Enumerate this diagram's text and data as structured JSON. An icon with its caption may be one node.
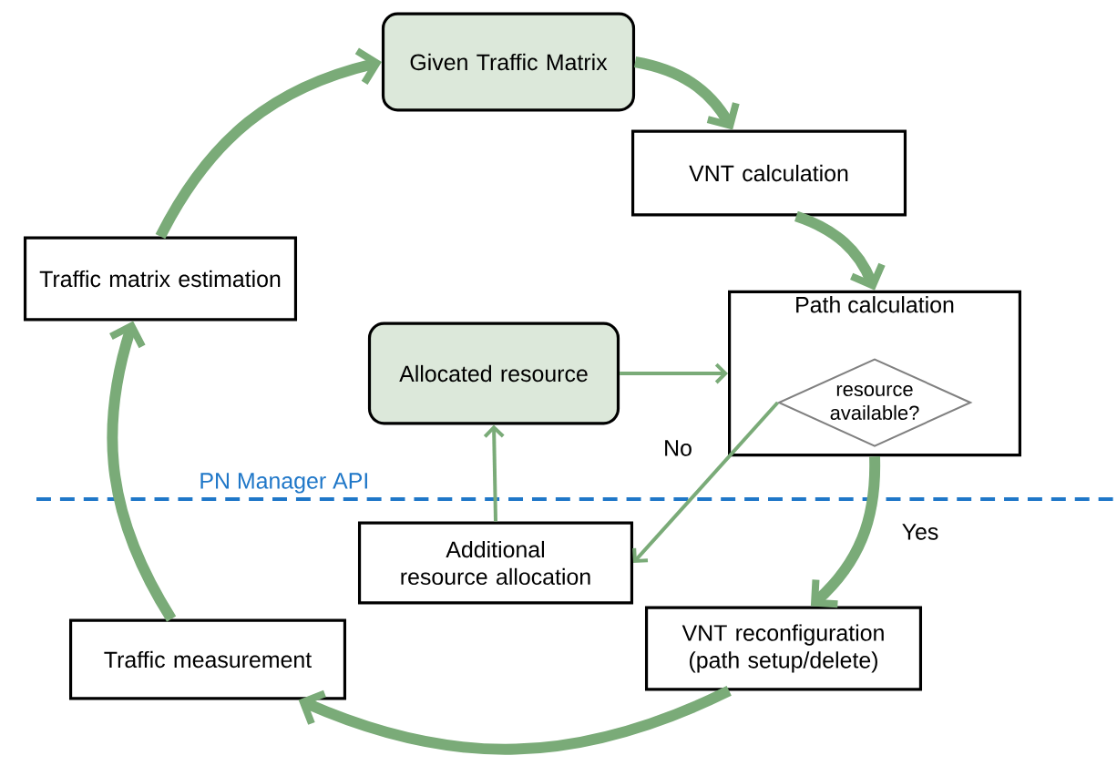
{
  "diagram": {
    "nodes": [
      {
        "text": [
          "Given Traffic Matrix"
        ]
      },
      {
        "text": [
          "VNT calculation"
        ]
      },
      {
        "text": [
          "Path calculation"
        ]
      },
      {
        "text": [
          "resource available?"
        ],
        "in": 2
      },
      {
        "text": [
          "Allocated resource"
        ]
      },
      {
        "text": [
          "Traffic matrix estimation"
        ]
      },
      {
        "text": [
          "Additional resource allocation"
        ]
      },
      {
        "text": [
          "VNT reconfiguration (path setup/delete)"
        ]
      },
      {
        "text": [
          "Traffic measurement"
        ]
      }
    ],
    "edges": [
      {
        "from": 0,
        "to": 1,
        "arrow": "to"
      },
      {
        "from": 1,
        "to": 2,
        "arrow": "to"
      },
      {
        "from": 2,
        "to": 7,
        "arrow": "to",
        "label": "Yes"
      },
      {
        "from": 7,
        "to": 8,
        "arrow": "to"
      },
      {
        "from": 8,
        "to": 5,
        "arrow": "to"
      },
      {
        "from": 5,
        "to": 0,
        "arrow": "to"
      },
      {
        "from": 4,
        "to": 2,
        "arrow": "to"
      },
      {
        "from": 3,
        "to": 6,
        "arrow": "to",
        "label": "No"
      },
      {
        "from": 6,
        "to": 4,
        "arrow": "to"
      }
    ],
    "labels": [
      "PN Manager API"
    ]
  }
}
